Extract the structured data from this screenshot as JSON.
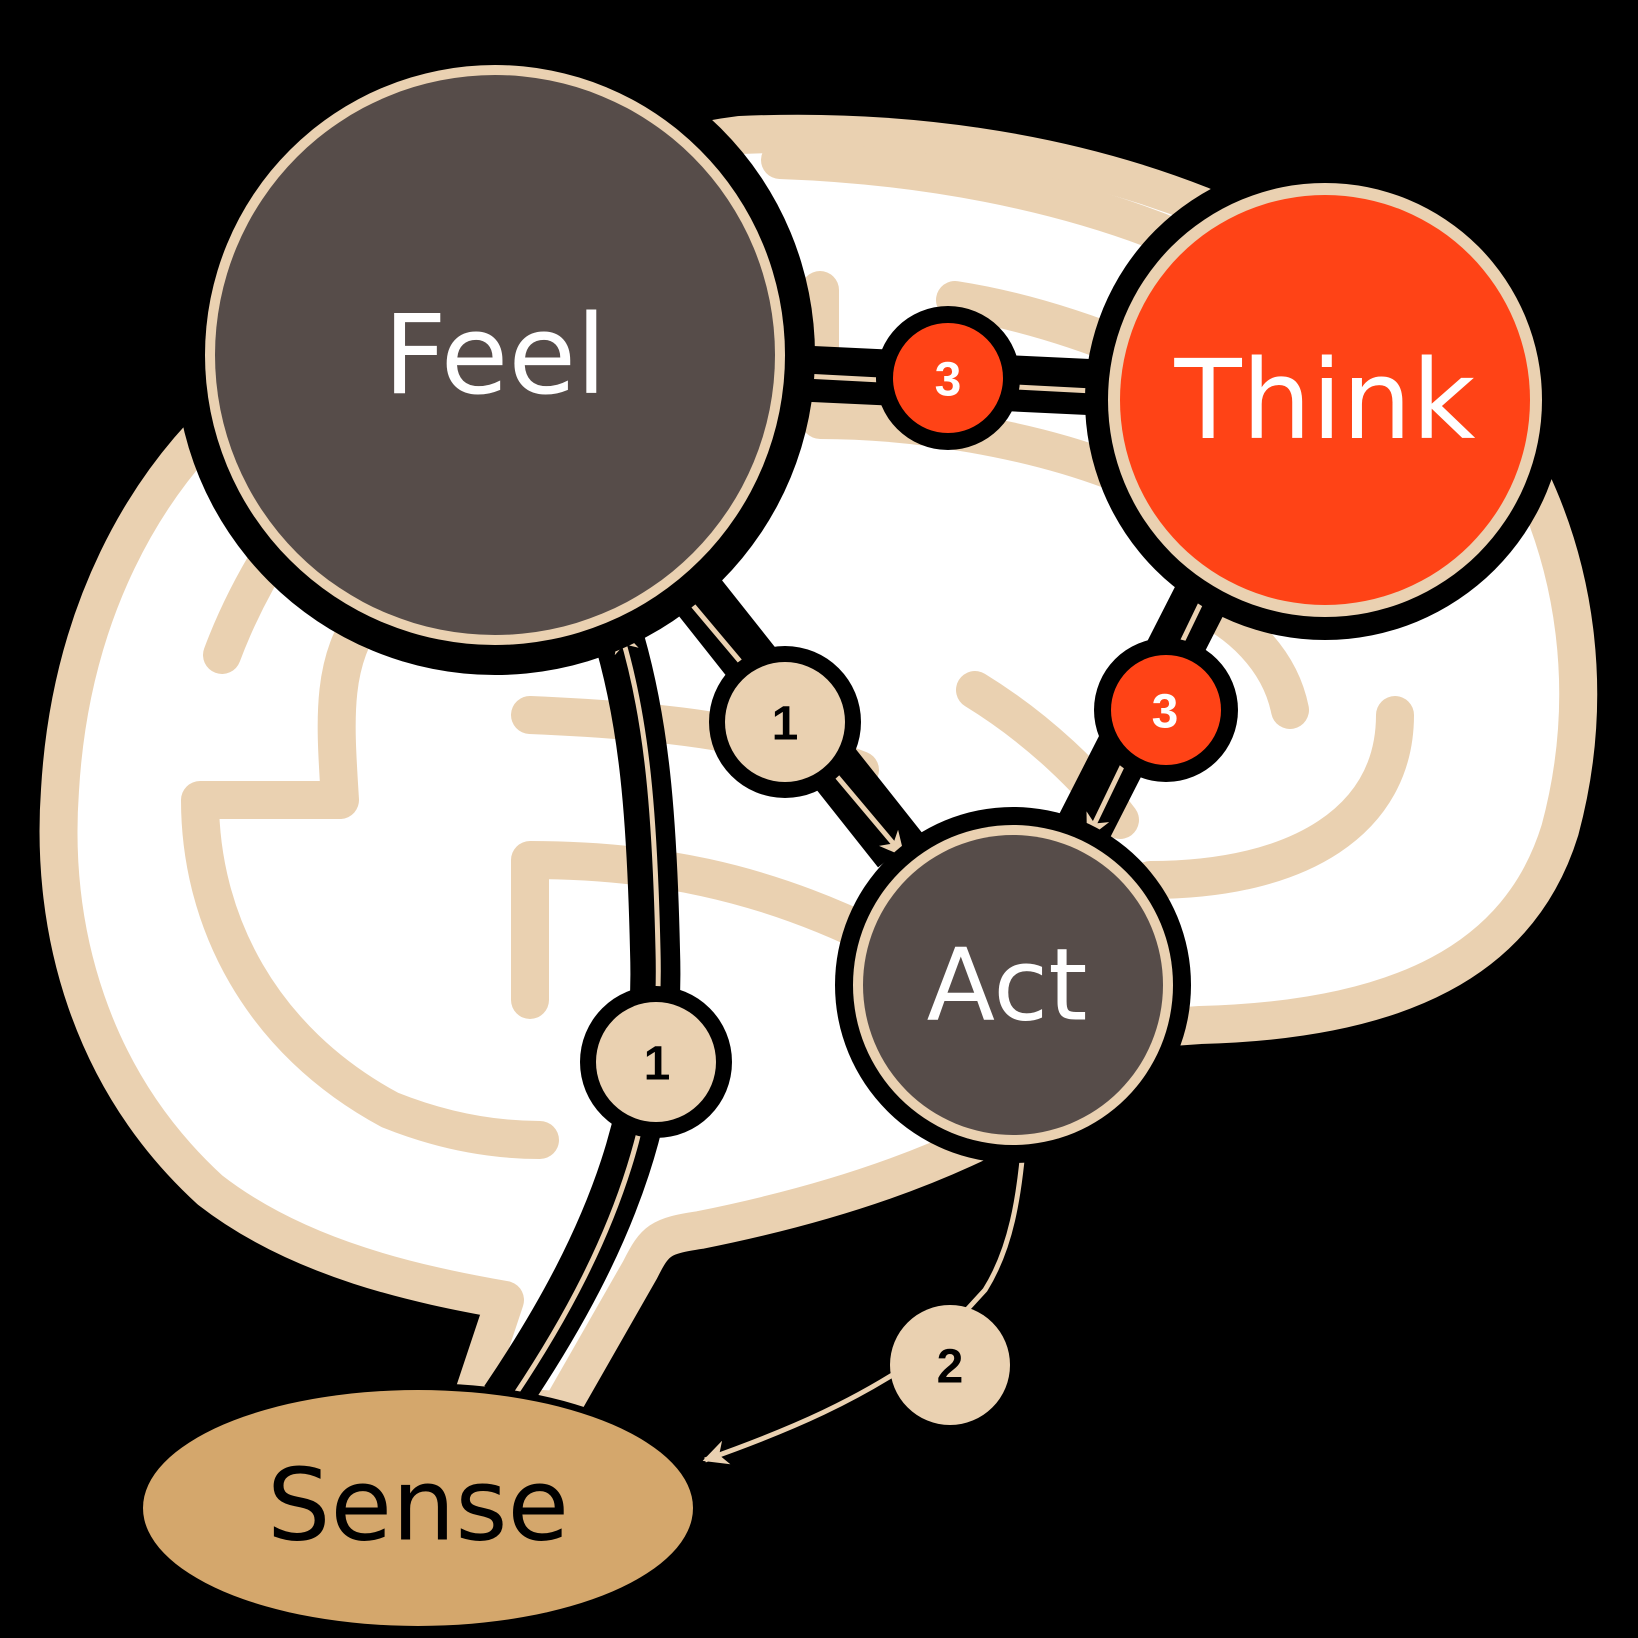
{
  "colors": {
    "background": "#000000",
    "brain_fill": "#FFFFFF",
    "brain_stroke": "#EAD1B1",
    "node_dark": "#564C49",
    "node_accent": "#FF4316",
    "node_sense": "#D4A76C",
    "node_ring": "#EAD1B1",
    "outline": "#000000",
    "label_light": "#FFFFFF",
    "label_dark": "#000000",
    "edge_line": "#EAD1B1"
  },
  "nodes": {
    "feel": {
      "label": "Feel",
      "style": "dark"
    },
    "think": {
      "label": "Think",
      "style": "accent"
    },
    "act": {
      "label": "Act",
      "style": "dark"
    },
    "sense": {
      "label": "Sense",
      "style": "sense"
    }
  },
  "edges": [
    {
      "id": "feel-to-think",
      "from": "feel",
      "to": "think",
      "badge": "3",
      "badge_style": "accent"
    },
    {
      "id": "think-to-act",
      "from": "think",
      "to": "act",
      "badge": "3",
      "badge_style": "accent"
    },
    {
      "id": "feel-to-act",
      "from": "feel",
      "to": "act",
      "badge": "1",
      "badge_style": "light"
    },
    {
      "id": "sense-to-feel",
      "from": "sense",
      "to": "feel",
      "badge": "1",
      "badge_style": "light"
    },
    {
      "id": "act-to-sense",
      "from": "act",
      "to": "sense",
      "badge": "2",
      "badge_style": "light-plain"
    }
  ]
}
